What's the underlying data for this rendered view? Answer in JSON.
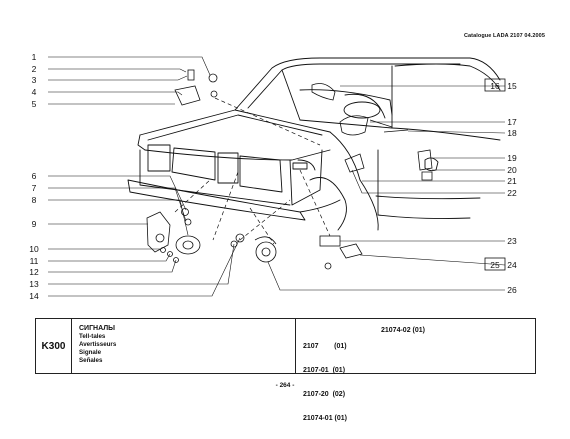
{
  "header": {
    "catalogue_note": "Catalogue LADA 2107  04.2005"
  },
  "callouts": {
    "left": [
      "1",
      "2",
      "3",
      "4",
      "5",
      "6",
      "7",
      "8",
      "9",
      "10",
      "11",
      "12",
      "13",
      "14"
    ],
    "right": [
      "15",
      "16",
      "17",
      "18",
      "19",
      "20",
      "21",
      "22",
      "23",
      "24",
      "25",
      "26"
    ]
  },
  "caption": {
    "code": "K300",
    "names": [
      "СИГНАЛЫ",
      "Tell-tales",
      "Avertisseurs",
      "Signale",
      "Señales"
    ],
    "models_left": [
      "2107        (01)",
      "2107-01  (01)",
      "2107-20  (02)",
      "21074-01 (01)"
    ],
    "models_right": [
      "21074-02 (01)"
    ]
  },
  "footer": {
    "page_number": "- 264 -"
  }
}
